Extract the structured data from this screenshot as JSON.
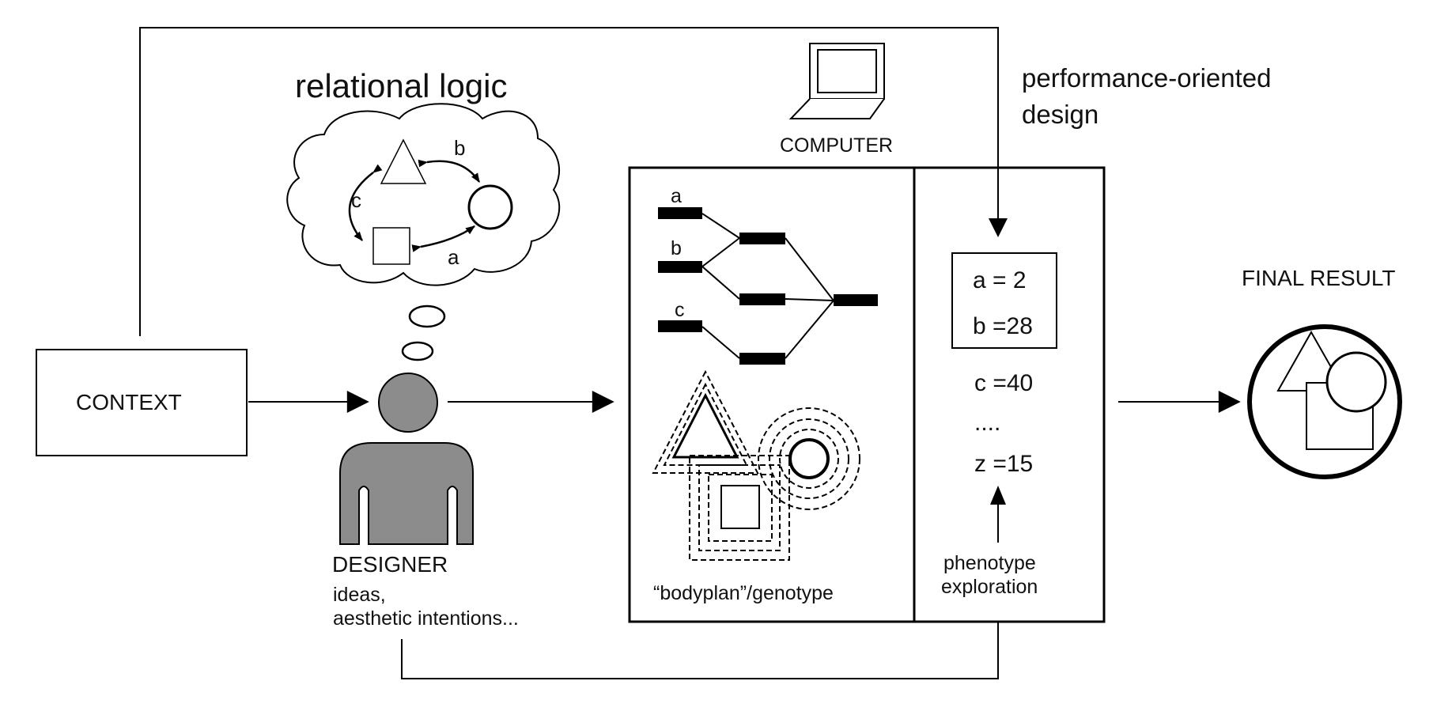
{
  "thought_title": "relational logic",
  "thought_labels": {
    "a": "a",
    "b": "b",
    "c": "c"
  },
  "top_right_title": {
    "line1": "performance-oriented",
    "line2": "design"
  },
  "computer_label": "COMPUTER",
  "context_label": "CONTEXT",
  "designer": {
    "name": "DESIGNER",
    "line1": "ideas,",
    "line2": "aesthetic intentions..."
  },
  "genotype": {
    "inputs": [
      "a",
      "b",
      "c"
    ],
    "caption": "“bodyplan”/genotype"
  },
  "parameters": {
    "boxed": [
      "a = 2",
      "b =28"
    ],
    "list": [
      "c =40",
      "....",
      "z =15"
    ]
  },
  "phenotype_caption": {
    "line1": "phenotype",
    "line2": "exploration"
  },
  "final_result_label": "FINAL RESULT"
}
